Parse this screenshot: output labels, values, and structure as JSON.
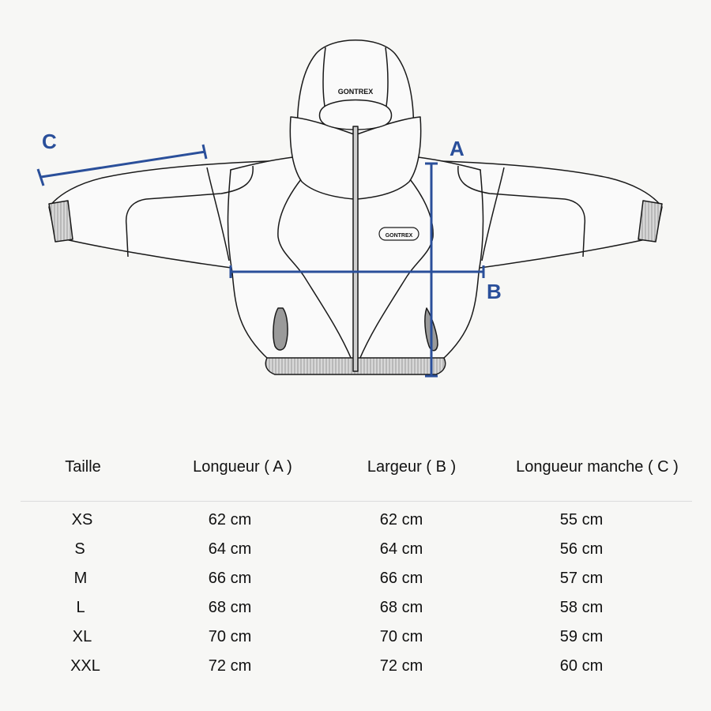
{
  "measure_labels": {
    "a": "A",
    "b": "B",
    "c": "C"
  },
  "colors": {
    "measure_line": "#2a4f9a",
    "outline": "#1a1a1a",
    "garment_fill": "#fafafa",
    "pocket_fill": "#9a9a9a",
    "rib_fill": "#d2d2d2",
    "divider": "#dcdcdc"
  },
  "logo_text": "GONTREX",
  "table": {
    "headers": [
      "Taille",
      "Longueur ( A )",
      "Largeur ( B )",
      "Longueur manche ( C )"
    ],
    "rows": [
      [
        "XS",
        "62 cm",
        "62 cm",
        "55 cm"
      ],
      [
        "S",
        "64 cm",
        "64 cm",
        "56 cm"
      ],
      [
        "M",
        "66 cm",
        "66 cm",
        "57 cm"
      ],
      [
        "L",
        "68 cm",
        "68 cm",
        "58 cm"
      ],
      [
        "XL",
        "70 cm",
        "70 cm",
        "59 cm"
      ],
      [
        "XXL",
        "72 cm",
        "72 cm",
        "60 cm"
      ]
    ]
  }
}
